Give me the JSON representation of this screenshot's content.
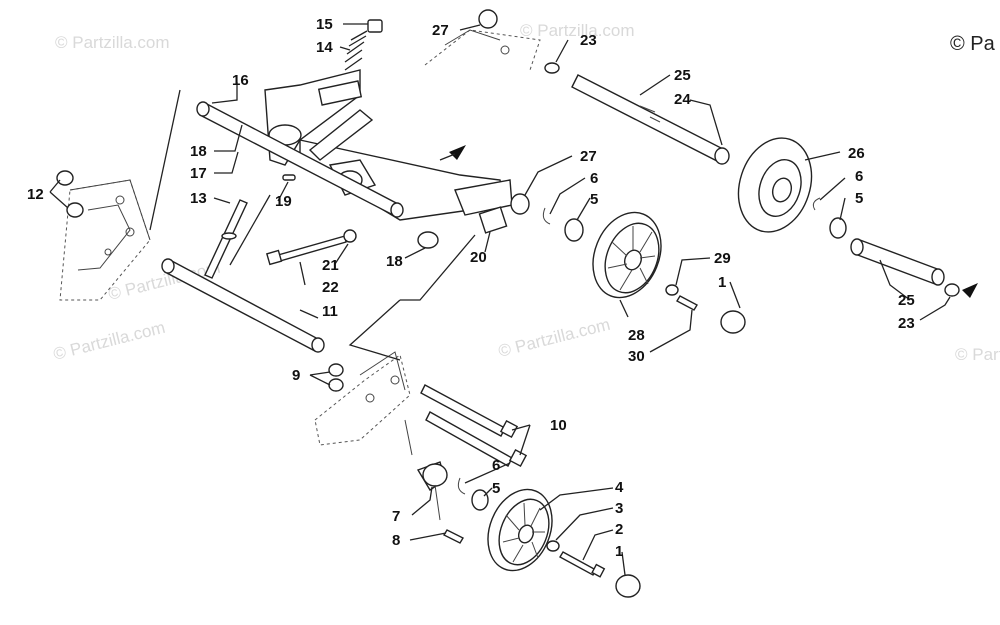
{
  "watermarks": [
    "© Partzilla.com",
    "© Partzilla.com",
    "© Partzilla.com",
    "© Partzilla.com",
    "© Partzilla.com",
    "© Partzilla.com"
  ],
  "copyright": "© Pa",
  "callouts": {
    "c15": "15",
    "c14": "14",
    "c16": "16",
    "c18a": "18",
    "c17": "17",
    "c13": "13",
    "c12": "12",
    "c19": "19",
    "c21": "21",
    "c22": "22",
    "c18b": "18",
    "c20": "20",
    "c11": "11",
    "c9": "9",
    "c10": "10",
    "c27a": "27",
    "c23a": "23",
    "c25a": "25",
    "c24": "24",
    "c26": "26",
    "c27b": "27",
    "c6a": "6",
    "c5a": "5",
    "c6b": "6",
    "c5b": "5",
    "c29": "29",
    "c1a": "1",
    "c28": "28",
    "c30": "30",
    "c25b": "25",
    "c23b": "23",
    "c6c": "6",
    "c5c": "5",
    "c7": "7",
    "c4": "4",
    "c3": "3",
    "c2": "2",
    "c8": "8",
    "c1b": "1"
  }
}
